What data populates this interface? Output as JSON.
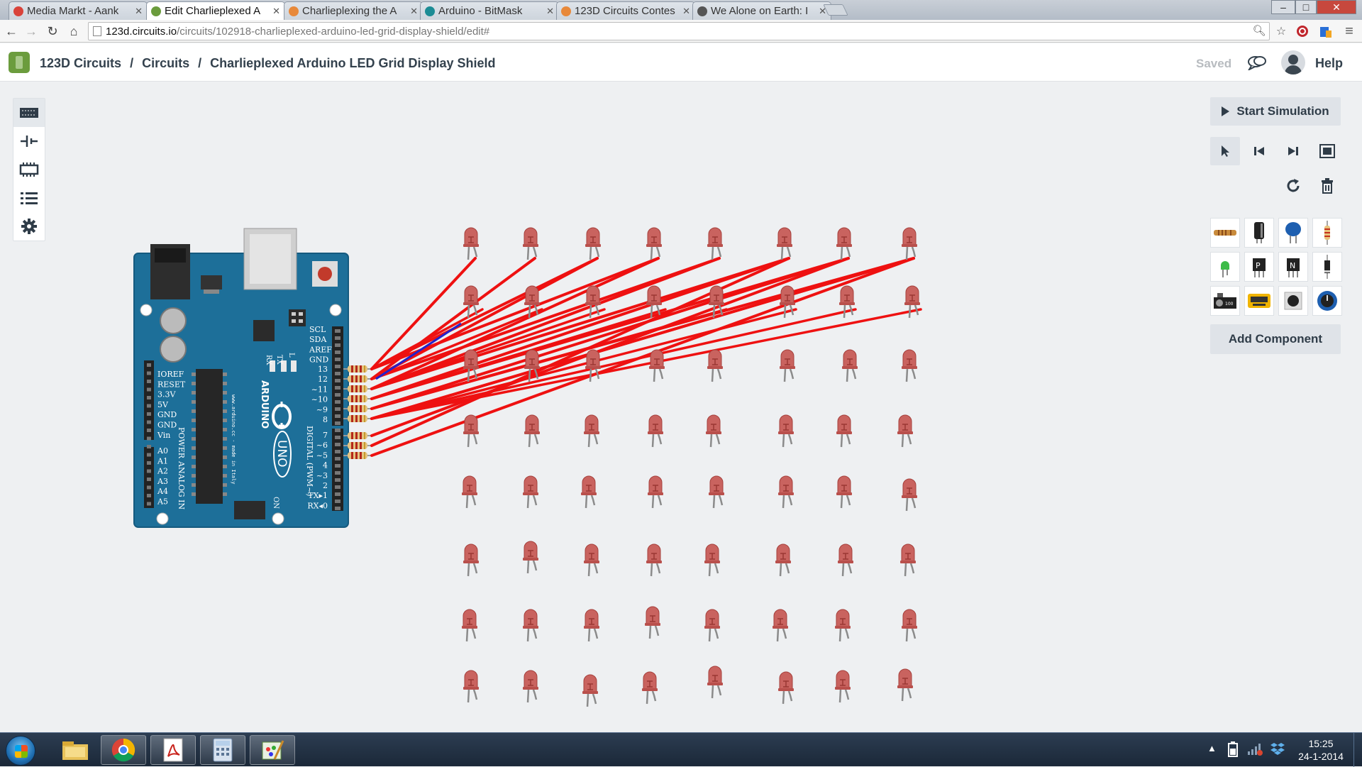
{
  "browser": {
    "tabs": [
      {
        "label": "Media Markt - Aank",
        "icon": "media-markt-icon",
        "color": "#d9433a"
      },
      {
        "label": "Edit Charlieplexed A",
        "icon": "123d-circuits-icon",
        "color": "#6b9c3d"
      },
      {
        "label": "Charlieplexing the A",
        "icon": "instructables-icon",
        "color": "#e8893a"
      },
      {
        "label": "Arduino - BitMask",
        "icon": "arduino-icon",
        "color": "#1c8c95"
      },
      {
        "label": "123D Circuits Contes",
        "icon": "instructables-icon",
        "color": "#e8893a"
      },
      {
        "label": "We Alone on Earth: I",
        "icon": "globe-icon",
        "color": "#555555"
      }
    ],
    "active_tab": 1,
    "url_host": "123d.circuits.io",
    "url_path": "/circuits/102918-charlieplexed-arduino-led-grid-display-shield/edit#"
  },
  "header": {
    "app_name": "123D Circuits",
    "section": "Circuits",
    "project_title": "Charlieplexed Arduino LED Grid Display Shield",
    "saved_label": "Saved",
    "help_label": "Help"
  },
  "left_tools": [
    {
      "name": "breadboard-icon"
    },
    {
      "name": "schematic-icon"
    },
    {
      "name": "pcb-icon"
    },
    {
      "name": "list-icon"
    },
    {
      "name": "gear-icon"
    }
  ],
  "right_panel": {
    "start_simulation": "Start Simulation",
    "add_component": "Add Component",
    "components": [
      "resistor-icon",
      "electrolytic-capacitor-icon",
      "ceramic-capacitor-icon",
      "resistor-vertical-icon",
      "led-green-icon",
      "pnp-transistor-icon",
      "npn-transistor-icon",
      "diode-icon",
      "sensor-module-icon",
      "multimeter-icon",
      "pushbutton-icon",
      "potentiometer-icon"
    ]
  },
  "arduino": {
    "brand": "ARDUINO",
    "model": "UNO",
    "url": "www.arduino.cc - made in Italy",
    "power_pins": [
      "IOREF",
      "RESET",
      "3.3V",
      "5V",
      "GND",
      "GND",
      "Vin"
    ],
    "power_label": "POWER",
    "analog_pins": [
      "A0",
      "A1",
      "A2",
      "A3",
      "A4",
      "A5"
    ],
    "analog_label": "ANALOG IN",
    "top_pins": [
      "SCL",
      "SDA",
      "AREF",
      "GND"
    ],
    "digital_pins": [
      "13",
      "12",
      "~11",
      "~10",
      "~9",
      "8",
      "7",
      "~6",
      "~5",
      "4",
      "~3",
      "2",
      "TX▸1",
      "RX◂0"
    ],
    "digital_label": "DIGITAL (PWM~)",
    "tx_label": "TX",
    "rx_label": "RX",
    "l_label": "L",
    "on_label": "ON"
  },
  "led_grid": {
    "rows": 8,
    "cols": 8,
    "led_color": "#c9635f",
    "wire_color": "#ee1111",
    "wire_highlight": "#2222cc"
  },
  "taskbar": {
    "apps": [
      "explorer-icon",
      "chrome-icon",
      "acrobat-icon",
      "calculator-icon",
      "paint-icon"
    ],
    "time": "15:25",
    "date": "24-1-2014"
  }
}
